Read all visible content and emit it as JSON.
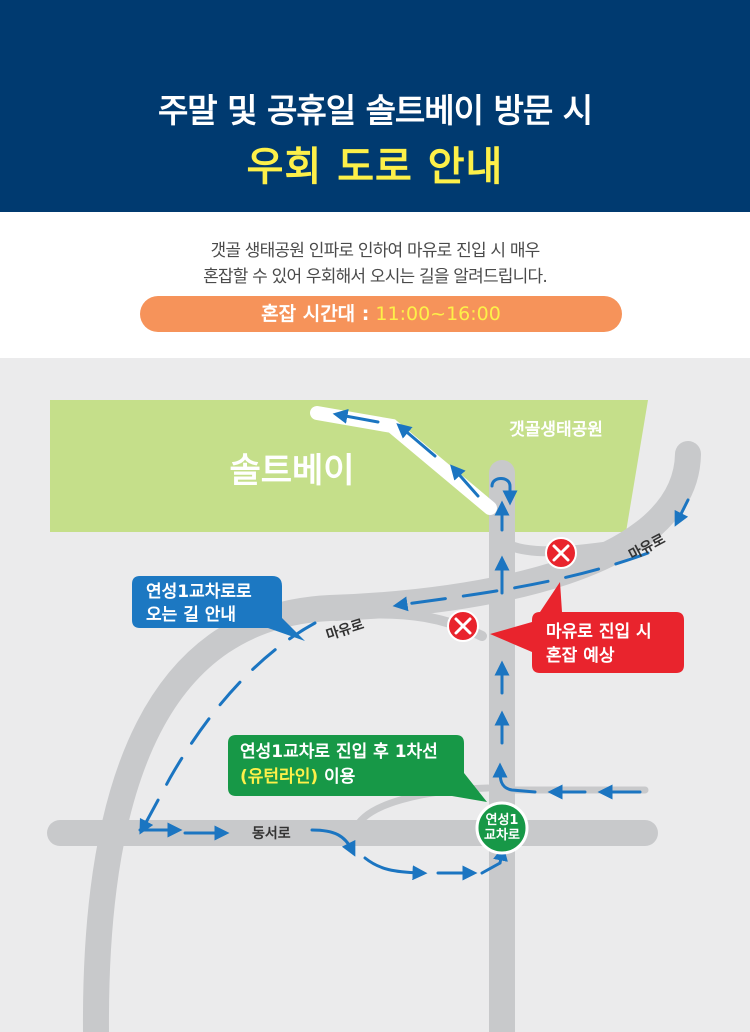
{
  "header": {
    "title_line1": "주말 및 공휴일 솔트베이 방문 시",
    "title_line2": "우회 도로 안내"
  },
  "intro": {
    "line1": "갯골 생태공원 인파로 인하여 마유로 진입 시 매우",
    "line2": "혼잡할 수 있어 우회해서 오시는 길을 알려드립니다.",
    "congestion_label": "혼잡 시간대 :",
    "congestion_time": "11:00~16:00"
  },
  "map": {
    "places": {
      "saltbay": "솔트베이",
      "park": "갯골생태공원"
    },
    "roads": {
      "mayuro_right": "마유로",
      "mayuro_left": "마유로",
      "dongseoro": "동서로"
    },
    "intersection": {
      "line1": "연성1",
      "line2": "교차로"
    },
    "callouts": {
      "route_title_line1": "연성1교차로로",
      "route_title_line2": "오는 길 안내",
      "congestion_line1": "마유로 진입 시",
      "congestion_line2": "혼잡 예상",
      "uturn_line1": "연성1교차로 진입 후 1차선",
      "uturn_highlight": "(유턴라인)",
      "uturn_suffix": " 이용"
    },
    "icons": {
      "blocked": "x-circle-icon",
      "route_arrow": "arrow-icon"
    },
    "colors": {
      "route": "#1b75c1",
      "road": "#c8c9cb",
      "park": "#c5df8a",
      "blocked": "#e9242d",
      "callout_blue": "#1c78c2",
      "callout_green": "#179847"
    }
  }
}
